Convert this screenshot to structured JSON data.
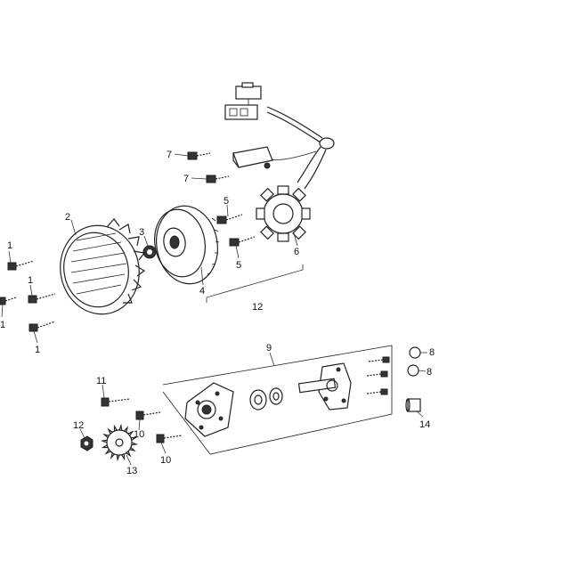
{
  "labels": {
    "l1a": "1",
    "l1b": "1",
    "l1c": "1",
    "l1d": "1",
    "l2": "2",
    "l3": "3",
    "l4": "4",
    "l5a": "5",
    "l5b": "5",
    "l6": "6",
    "l7a": "7",
    "l7b": "7",
    "l8a": "8",
    "l8b": "8",
    "l9": "9",
    "l10a": "10",
    "l10b": "10",
    "l11": "11",
    "l12a": "12",
    "l12b": "12",
    "l13": "13",
    "l14": "14"
  }
}
